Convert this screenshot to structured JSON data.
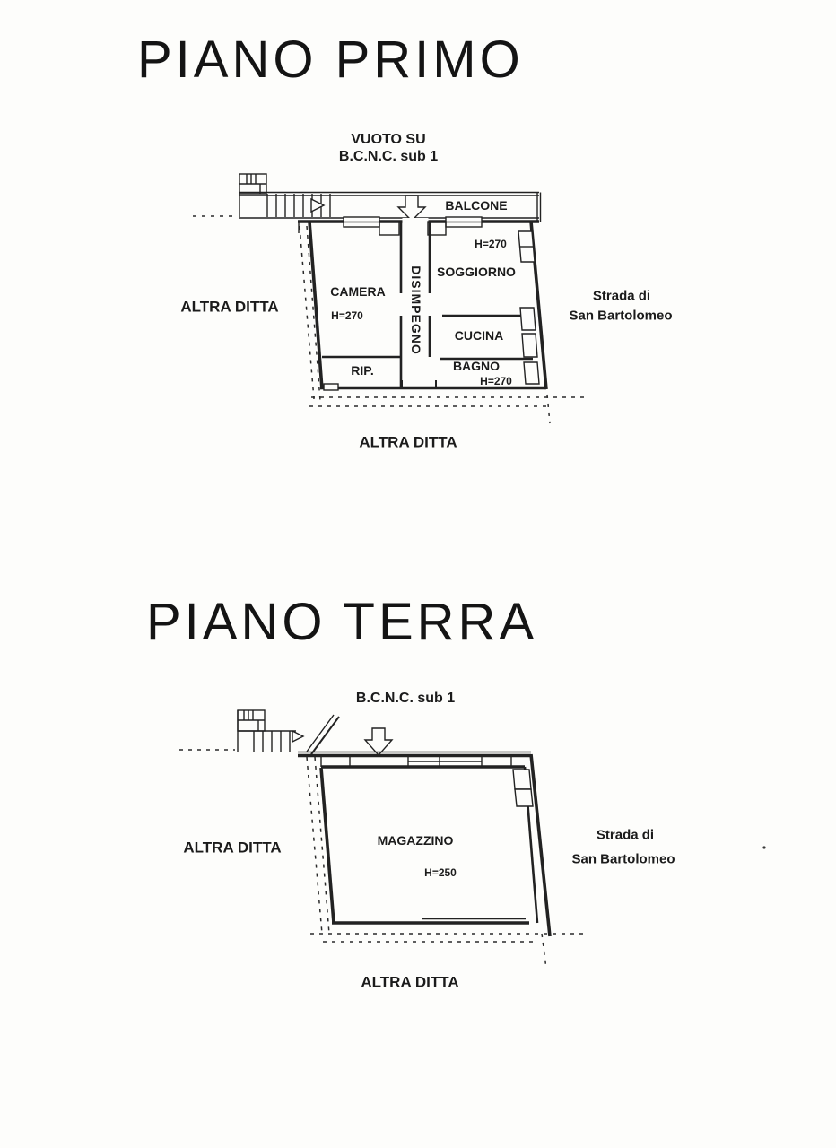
{
  "first_floor": {
    "title": "PIANO PRIMO",
    "top_note_line1": "VUOTO SU",
    "top_note_line2": "B.C.N.C. sub 1",
    "balcony_label": "BALCONE",
    "rooms": {
      "soggiorno": {
        "name": "SOGGIORNO",
        "height": "H=270"
      },
      "camera": {
        "name": "CAMERA",
        "height": "H=270"
      },
      "disimpegno": {
        "name": "DISIMPEGNO"
      },
      "cucina": {
        "name": "CUCINA"
      },
      "bagno": {
        "name": "BAGNO",
        "height": "H=270"
      },
      "rip": {
        "name": "RIP."
      }
    },
    "left_label": "ALTRA DITTA",
    "right_label_line1": "Strada di",
    "right_label_line2": "San Bartolomeo",
    "bottom_label": "ALTRA DITTA"
  },
  "ground_floor": {
    "title": "PIANO TERRA",
    "top_note": "B.C.N.C. sub 1",
    "rooms": {
      "magazzino": {
        "name": "MAGAZZINO",
        "height": "H=250"
      }
    },
    "left_label": "ALTRA DITTA",
    "right_label_line1": "Strada di",
    "right_label_line2": "San Bartolomeo",
    "bottom_label": "ALTRA DITTA"
  },
  "colors": {
    "ink": "#222222",
    "paper": "#fdfdfb"
  }
}
